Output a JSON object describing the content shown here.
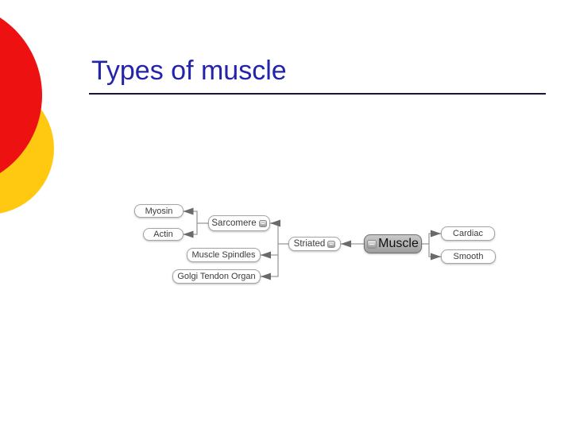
{
  "slide": {
    "title": "Types of muscle",
    "title_color": "#2323ab",
    "underline_color": "#16163e",
    "background_color": "#ffffff"
  },
  "decoration": {
    "red_circle_color": "#ee1111",
    "yellow_circle_color": "#ffc912"
  },
  "mindmap": {
    "root": {
      "label": "Muscle",
      "collapse_icon": "left",
      "fill": "#b4b4b4"
    },
    "nodes": {
      "striated": {
        "label": "Striated",
        "collapse_icon": "right"
      },
      "sarcomere": {
        "label": "Sarcomere",
        "collapse_icon": "right"
      },
      "myosin": {
        "label": "Myosin"
      },
      "actin": {
        "label": "Actin"
      },
      "spindles": {
        "label": "Muscle Spindles"
      },
      "golgi": {
        "label": "Golgi Tendon Organ"
      },
      "cardiac": {
        "label": "Cardiac"
      },
      "smooth": {
        "label": "Smooth"
      }
    },
    "edges": [
      [
        "Muscle",
        "Striated"
      ],
      [
        "Muscle",
        "Cardiac"
      ],
      [
        "Muscle",
        "Smooth"
      ],
      [
        "Striated",
        "Sarcomere"
      ],
      [
        "Striated",
        "Muscle Spindles"
      ],
      [
        "Striated",
        "Golgi Tendon Organ"
      ],
      [
        "Sarcomere",
        "Myosin"
      ],
      [
        "Sarcomere",
        "Actin"
      ]
    ],
    "connector_color": "#9a9a9a",
    "arrow_color": "#6a6a6a"
  }
}
